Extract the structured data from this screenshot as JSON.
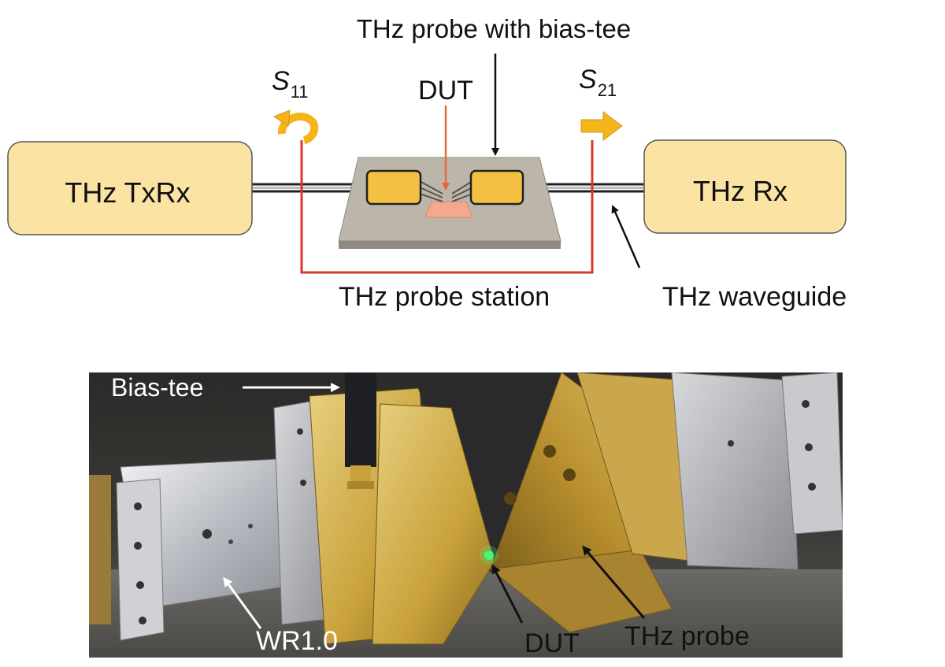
{
  "schematic": {
    "txrx_label": "THz TxRx",
    "rx_label": "THz Rx",
    "probe_bias_tee_label": "THz probe with bias-tee",
    "dut_label": "DUT",
    "s11": {
      "main": "S",
      "sub": "11"
    },
    "s21": {
      "main": "S",
      "sub": "21"
    },
    "probe_station_label": "THz probe station",
    "waveguide_label": "THz waveguide"
  },
  "photo": {
    "bias_tee_label": "Bias-tee",
    "wr_label": "WR1.0",
    "dut_label": "DUT",
    "probe_label": "THz probe"
  },
  "colors": {
    "box_fill": "#fbe3a4",
    "pad_fill": "#f4c042",
    "red_line": "#d63a2b",
    "dut_arrow": "#e06a3a",
    "dut_chip": "#f2a98f",
    "station_plate": "#bcb6aa",
    "gold": "#c9a23c"
  }
}
